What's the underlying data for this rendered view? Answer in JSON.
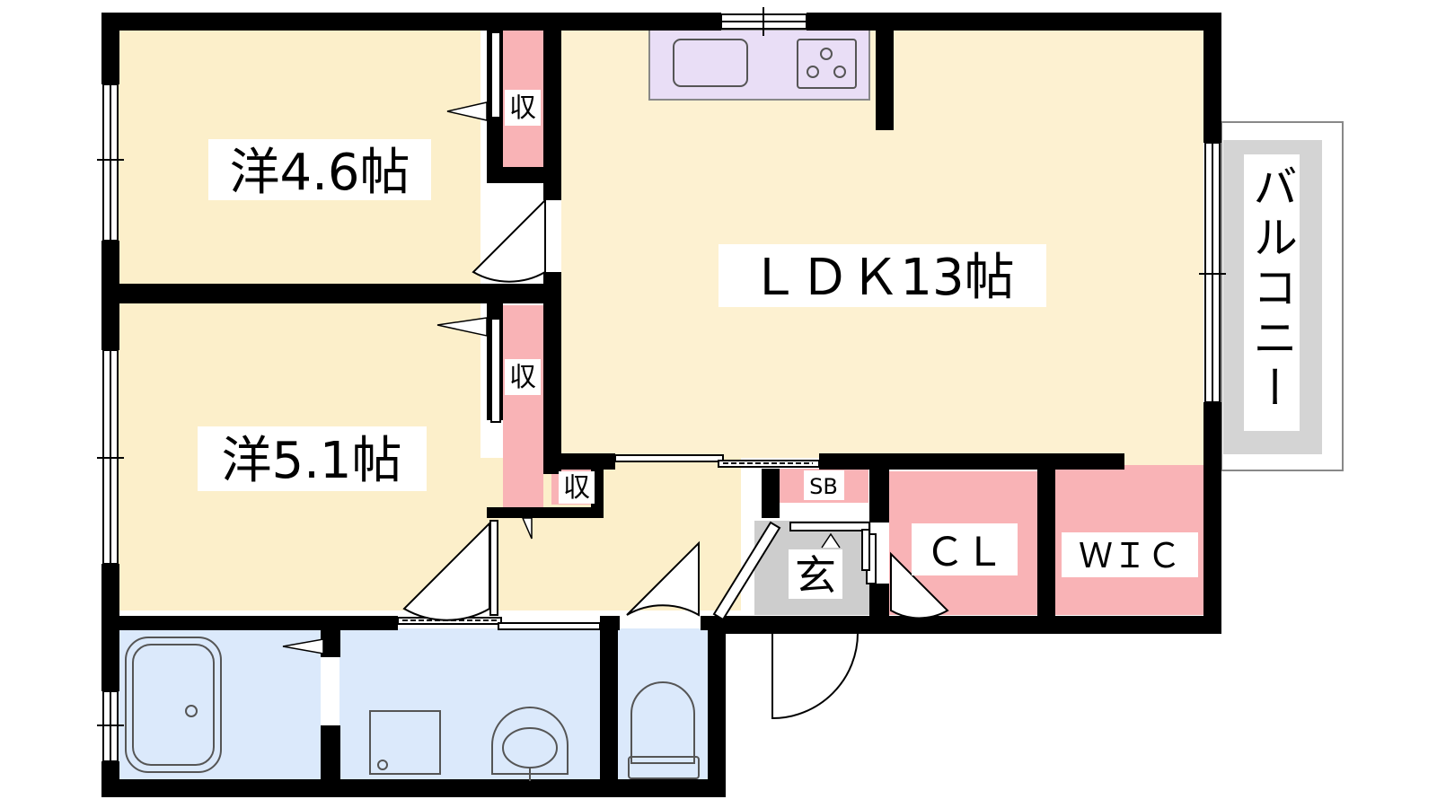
{
  "floorplan": {
    "rooms": {
      "western_room_1": "洋4.6帖",
      "western_room_2": "洋5.1帖",
      "ldk": "ＬＤＫ13帖",
      "storage_1": "収",
      "storage_2": "収",
      "storage_3": "収",
      "shoe_box": "SB",
      "entrance": "玄",
      "closet": "ＣＬ",
      "walk_in_closet": "ＷＩＣ",
      "balcony": "バルコニー"
    },
    "colors": {
      "wall": "#000000",
      "western_rooms_floor": "#fcefca",
      "ldk_floor": "#fdf1d1",
      "storage_pink": "#f9b3b6",
      "wet_area_blue": "#dbe9fb",
      "kitchen_purple": "#e9def6",
      "entrance_gray": "#cdcdcd",
      "balcony_gray": "#d4d4d4"
    }
  }
}
